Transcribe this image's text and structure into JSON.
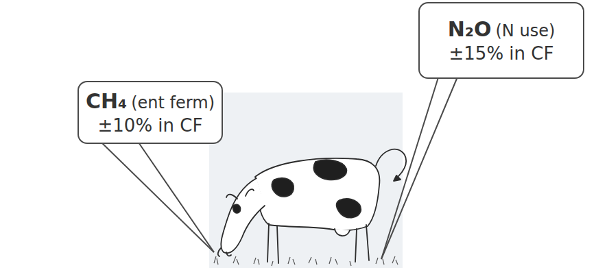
{
  "diagram": {
    "nodes": [
      {
        "text": [
          "CH₄",
          "(ent ferm)",
          "±10% in CF"
        ]
      },
      {
        "text": [
          "N₂O",
          "(N use)",
          "±15% in CF"
        ]
      }
    ]
  }
}
